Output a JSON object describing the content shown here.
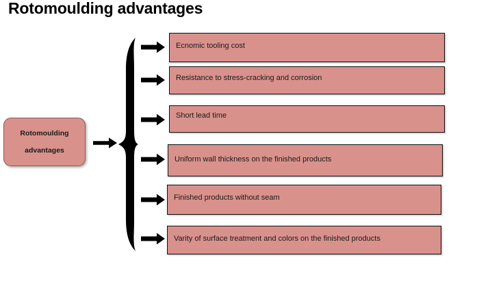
{
  "page": {
    "title": "Rotomoulding advantages",
    "background_color": "#ffffff"
  },
  "colors": {
    "box_fill": "#D9918C",
    "box_border": "#0d0d0d",
    "root_border": "#8a5a55",
    "text": "#1a1a1a",
    "brace": "#000000",
    "arrow": "#000000"
  },
  "diagram": {
    "type": "brace-fan-out",
    "root": {
      "label_line_1": "Rotomoulding",
      "label_line_2": "advantages"
    },
    "connector": {
      "root_arrow_name": "root-to-brace-arrow",
      "brace_name": "curly-brace"
    },
    "branches": [
      {
        "label": "Ecnomic tooling cost"
      },
      {
        "label": "Resistance to stress-cracking  and corrosion"
      },
      {
        "label": "Short lead time"
      },
      {
        "label": "Uniform wall thickness on the finished products"
      },
      {
        "label": "Finished products without seam"
      },
      {
        "label": "Varity of surface treatment and colors on the finished products"
      }
    ]
  }
}
